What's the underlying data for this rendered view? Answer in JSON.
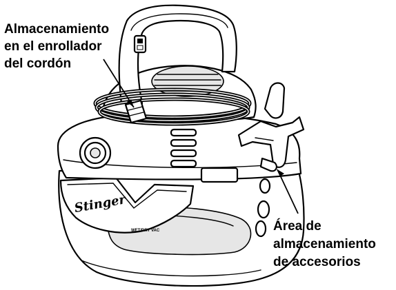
{
  "labels": {
    "cord_storage": {
      "lines": [
        "Almacenamiento",
        "en el enrollador",
        "del cordón"
      ]
    },
    "accessory_storage": {
      "lines": [
        "Área de",
        "almacenamiento",
        "de accesorios"
      ]
    }
  },
  "product": {
    "brand": "Stinger",
    "badge": "WET/DRY VAC"
  }
}
